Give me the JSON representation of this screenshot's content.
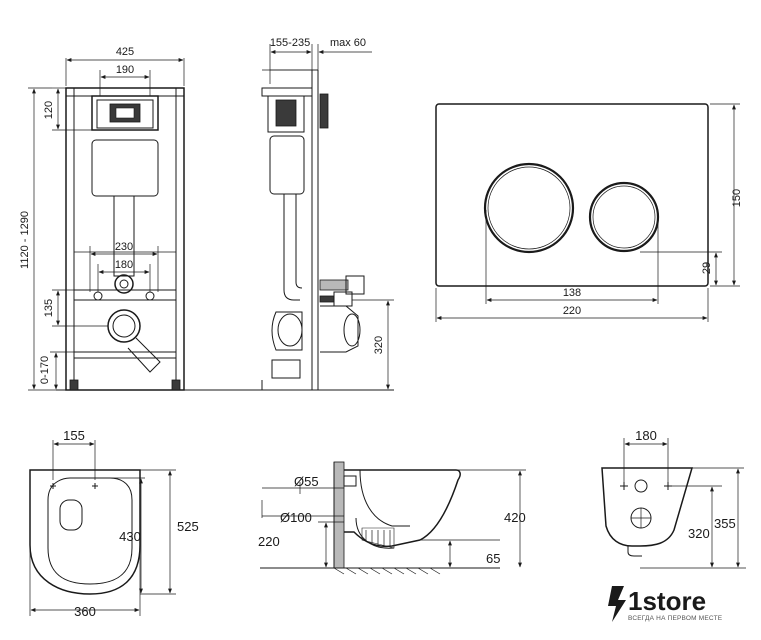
{
  "front_view": {
    "width_total": "425",
    "width_module": "190",
    "height_top": "120",
    "height_range": "1120 - 1290",
    "bolt_spacing": "230",
    "pipe_spacing": "180",
    "outlet_height": "135",
    "leg_adjust": "0-170"
  },
  "side_view": {
    "depth_range": "155-235",
    "depth_max": "max 60",
    "drain_height": "320"
  },
  "flush_plate": {
    "width": "220",
    "button_spacing": "138",
    "height": "150",
    "button_offset": "29"
  },
  "bowl_top_view": {
    "top_width": "155",
    "inner_length": "430",
    "total_length": "525",
    "bowl_width": "360"
  },
  "bowl_side_view": {
    "inlet_diameter": "Ø55",
    "outlet_diameter": "Ø100",
    "outlet_height": "220",
    "bowl_height": "420",
    "floor_clearance": "65"
  },
  "bowl_back_view": {
    "width": "180",
    "bolt_height": "320",
    "inlet_height": "355"
  },
  "brand": {
    "name": "1store",
    "slogan": "ВСЕГДА НА ПЕРВОМ МЕСТЕ"
  }
}
